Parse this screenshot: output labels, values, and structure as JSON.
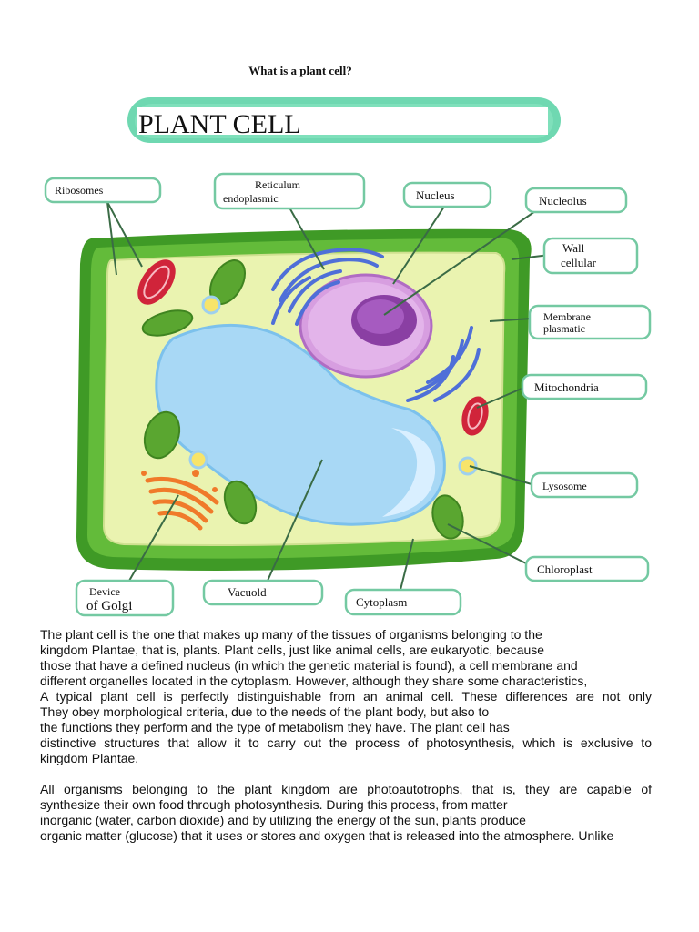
{
  "page": {
    "heading": "What is a plant cell?"
  },
  "diagram": {
    "title": "PLANT CELL",
    "labels": {
      "ribosomes": "Ribosomes",
      "reticulum_1": "Reticulum",
      "reticulum_2": "endoplasmic",
      "nucleus": "Nucleus",
      "nucleolus": "Nucleolus",
      "wall_1": "Wall",
      "wall_2": "cellular",
      "membrane_1": "Membrane",
      "membrane_2": "plasmatic",
      "mitochondria": "Mitochondria",
      "lysosome": "Lysosome",
      "chloroplast": "Chloroplast",
      "golgi_1": "Device",
      "golgi_2": "of Golgi",
      "vacuole": "Vacuold",
      "cytoplasm": "Cytoplasm"
    },
    "colors": {
      "cell_wall": "#3f9a26",
      "cytoplasm": "#eaf3b0",
      "vacuole": "#a8d8f5",
      "nucleus": "#d79ee0",
      "nucleolus": "#8a3fa3",
      "label_border": "#74c9a2",
      "title_border": "#5fd4a8",
      "er": "#4f6fd8",
      "golgi": "#f07a2a",
      "mitochondria": "#d0243a",
      "chloroplast": "#5aa630"
    }
  },
  "paragraphs": [
    {
      "lines": [
        "The plant cell is the one that makes up many of the tissues of organisms belonging to the",
        "kingdom Plantae, that is, plants. Plant cells, just like animal cells, are eukaryotic, because",
        "those that have a defined nucleus (in which the genetic material is found), a cell membrane and",
        "different organelles located in the cytoplasm. However, although they share some characteristics,",
        "A typical plant cell is perfectly distinguishable from an animal cell. These differences are not only",
        "They obey morphological criteria, due to the needs of the plant body, but also to",
        "the functions they perform and the type of metabolism they have. The plant cell has",
        "distinctive structures that allow it to carry out the process of photosynthesis, which is exclusive to",
        "kingdom Plantae."
      ]
    },
    {
      "lines": [
        "All organisms belonging to the plant kingdom are photoautotrophs, that is, they are capable of",
        "synthesize their own food through photosynthesis. During this process, from matter",
        "inorganic (water, carbon dioxide) and by utilizing the energy of the sun, plants produce",
        "organic matter (glucose) that it uses or stores and oxygen that is released into the atmosphere. Unlike"
      ]
    }
  ]
}
